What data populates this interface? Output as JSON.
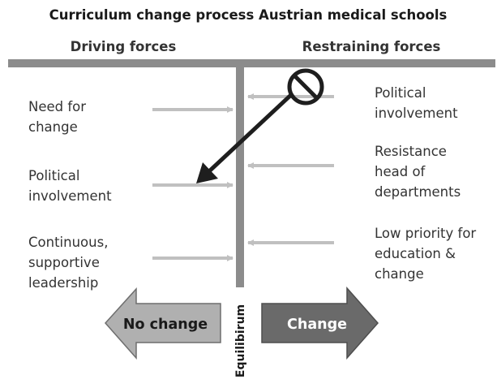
{
  "title": "Curriculum change process Austrian medical schools",
  "headers": {
    "driving": "Driving forces",
    "restraining": "Restraining forces"
  },
  "driving_forces": [
    {
      "lines": [
        "Need for",
        "change"
      ]
    },
    {
      "lines": [
        "Political",
        "involvement"
      ]
    },
    {
      "lines": [
        "Continuous,",
        "supportive",
        "leadership"
      ]
    }
  ],
  "restraining_forces": [
    {
      "lines": [
        "Political",
        "involvement"
      ]
    },
    {
      "lines": [
        "Resistance",
        "head of",
        "departments"
      ]
    },
    {
      "lines": [
        "Low priority for",
        "education &",
        "change"
      ]
    }
  ],
  "bottom": {
    "no_change": "No change",
    "change": "Change",
    "equilibrium": "Equilibirum"
  },
  "colors": {
    "bar": "#8c8c8c",
    "force_arrow": "#c0c0c0",
    "no_change_fill": "#b0b0b0",
    "change_fill": "#6a6a6a",
    "shift_arrow": "#1e1e1e"
  },
  "icons": {
    "prohibition": "prohibition-icon",
    "shift_arrow": "diagonal-shift-arrow-icon"
  }
}
